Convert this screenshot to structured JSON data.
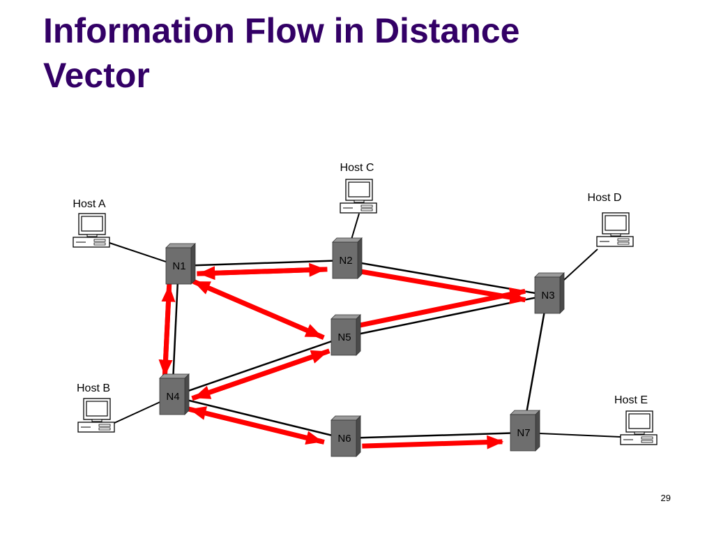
{
  "slide": {
    "title_line1": "Information Flow in Distance",
    "title_line2": "Vector",
    "page_number": "29"
  },
  "nodes": [
    {
      "id": "N1",
      "label": "N1"
    },
    {
      "id": "N2",
      "label": "N2"
    },
    {
      "id": "N3",
      "label": "N3"
    },
    {
      "id": "N4",
      "label": "N4"
    },
    {
      "id": "N5",
      "label": "N5"
    },
    {
      "id": "N6",
      "label": "N6"
    },
    {
      "id": "N7",
      "label": "N7"
    }
  ],
  "hosts": [
    {
      "id": "hostA",
      "label": "Host A",
      "attached_to": "N1"
    },
    {
      "id": "hostB",
      "label": "Host B",
      "attached_to": "N4"
    },
    {
      "id": "hostC",
      "label": "Host C",
      "attached_to": "N2"
    },
    {
      "id": "hostD",
      "label": "Host D",
      "attached_to": "N3"
    },
    {
      "id": "hostE",
      "label": "Host E",
      "attached_to": "N7"
    }
  ],
  "links": [
    [
      "N1",
      "N2"
    ],
    [
      "N1",
      "N4"
    ],
    [
      "N2",
      "N3"
    ],
    [
      "N5",
      "N3"
    ],
    [
      "N4",
      "N5"
    ],
    [
      "N4",
      "N6"
    ],
    [
      "N6",
      "N7"
    ],
    [
      "N3",
      "N7"
    ]
  ],
  "flows": [
    {
      "from": "N1",
      "to": "N2"
    },
    {
      "from": "N2",
      "to": "N1"
    },
    {
      "from": "N1",
      "to": "N4"
    },
    {
      "from": "N4",
      "to": "N1"
    },
    {
      "from": "N5",
      "to": "N1"
    },
    {
      "from": "N1",
      "to": "N5"
    },
    {
      "from": "N2",
      "to": "N3"
    },
    {
      "from": "N5",
      "to": "N3"
    },
    {
      "from": "N4",
      "to": "N5"
    },
    {
      "from": "N5",
      "to": "N4"
    },
    {
      "from": "N4",
      "to": "N6"
    },
    {
      "from": "N6",
      "to": "N4"
    },
    {
      "from": "N6",
      "to": "N7"
    }
  ],
  "colors": {
    "title": "#330066",
    "arrow": "#ff0000",
    "router_front": "#6e6e6e",
    "router_side": "#4a4a4a",
    "router_top": "#9a9a9a",
    "link": "#000000"
  }
}
